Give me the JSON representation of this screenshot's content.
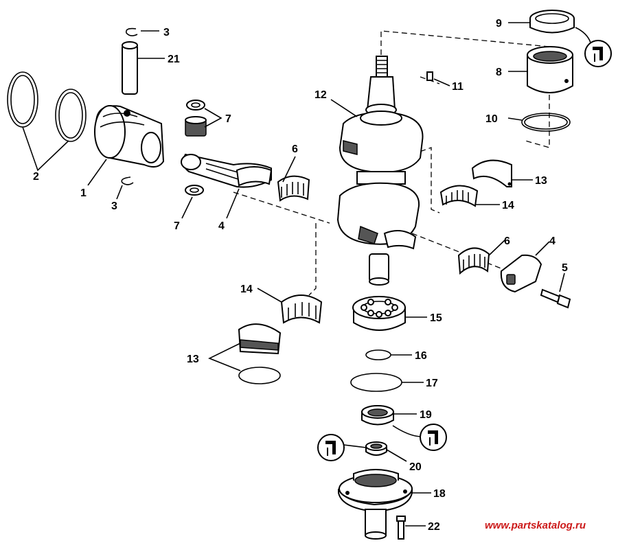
{
  "callouts": [
    {
      "id": "c3a",
      "text": "3"
    },
    {
      "id": "c21",
      "text": "21"
    },
    {
      "id": "c2",
      "text": "2"
    },
    {
      "id": "c1",
      "text": "1"
    },
    {
      "id": "c3b",
      "text": "3"
    },
    {
      "id": "c7a",
      "text": "7"
    },
    {
      "id": "c7b",
      "text": "7"
    },
    {
      "id": "c4a",
      "text": "4"
    },
    {
      "id": "c6a",
      "text": "6"
    },
    {
      "id": "c12",
      "text": "12"
    },
    {
      "id": "c11",
      "text": "11"
    },
    {
      "id": "c9",
      "text": "9"
    },
    {
      "id": "c8",
      "text": "8"
    },
    {
      "id": "c10",
      "text": "10"
    },
    {
      "id": "c13a",
      "text": "13"
    },
    {
      "id": "c14a",
      "text": "14"
    },
    {
      "id": "c6b",
      "text": "6"
    },
    {
      "id": "c4b",
      "text": "4"
    },
    {
      "id": "c5",
      "text": "5"
    },
    {
      "id": "c14b",
      "text": "14"
    },
    {
      "id": "c15",
      "text": "15"
    },
    {
      "id": "c13b",
      "text": "13"
    },
    {
      "id": "c16",
      "text": "16"
    },
    {
      "id": "c17",
      "text": "17"
    },
    {
      "id": "c19",
      "text": "19"
    },
    {
      "id": "c20",
      "text": "20"
    },
    {
      "id": "c18",
      "text": "18"
    },
    {
      "id": "c22",
      "text": "22"
    }
  ],
  "watermark": "www.partskatalog.ru",
  "colors": {
    "line": "#000000",
    "background": "#ffffff",
    "watermark": "#cc1a1a"
  },
  "icons": [
    "grease-gun-icon",
    "grease-gun-icon",
    "grease-gun-icon"
  ]
}
